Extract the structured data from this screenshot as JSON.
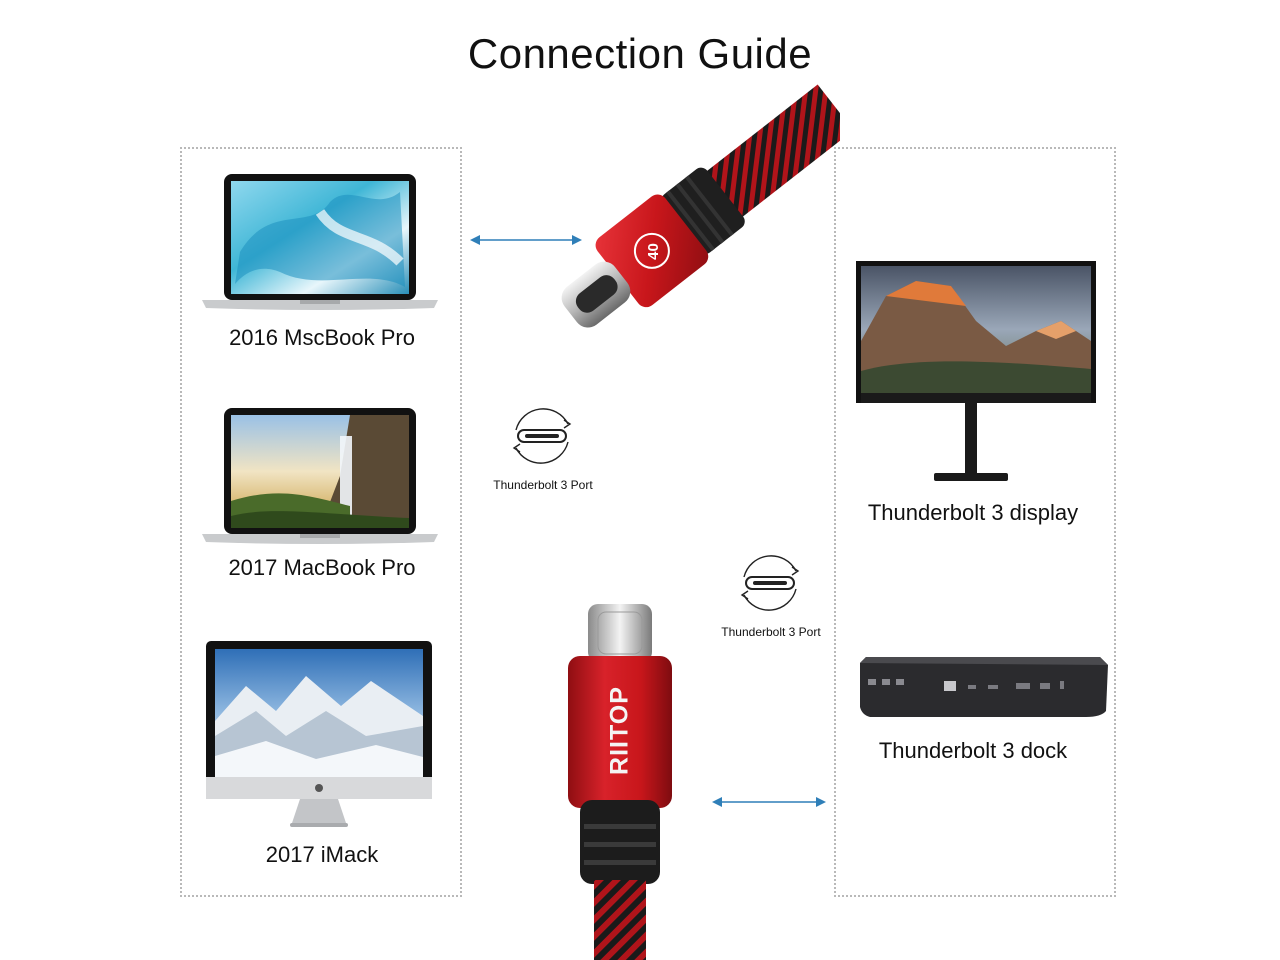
{
  "title": "Connection Guide",
  "left_devices": [
    {
      "label": "2016 MscBook Pro",
      "icon": "laptop-icon"
    },
    {
      "label": "2017 MacBook Pro",
      "icon": "laptop-icon"
    },
    {
      "label": "2017 iMack",
      "icon": "desktop-computer-icon"
    }
  ],
  "right_devices": [
    {
      "label": "Thunderbolt 3 display",
      "icon": "monitor-icon"
    },
    {
      "label": "Thunderbolt 3 dock",
      "icon": "docking-station-icon"
    }
  ],
  "ports": [
    {
      "label": "Thunderbolt 3 Port"
    },
    {
      "label": "Thunderbolt 3 Port"
    }
  ],
  "cable": {
    "brand": "RIITOP",
    "badge": "40",
    "colors": {
      "housing": "#c8161b",
      "braid_red": "#b0141a",
      "braid_black": "#1a1a1a"
    }
  },
  "colors": {
    "arrow": "#2f7fb8",
    "panel_border": "#b9b9b9"
  }
}
